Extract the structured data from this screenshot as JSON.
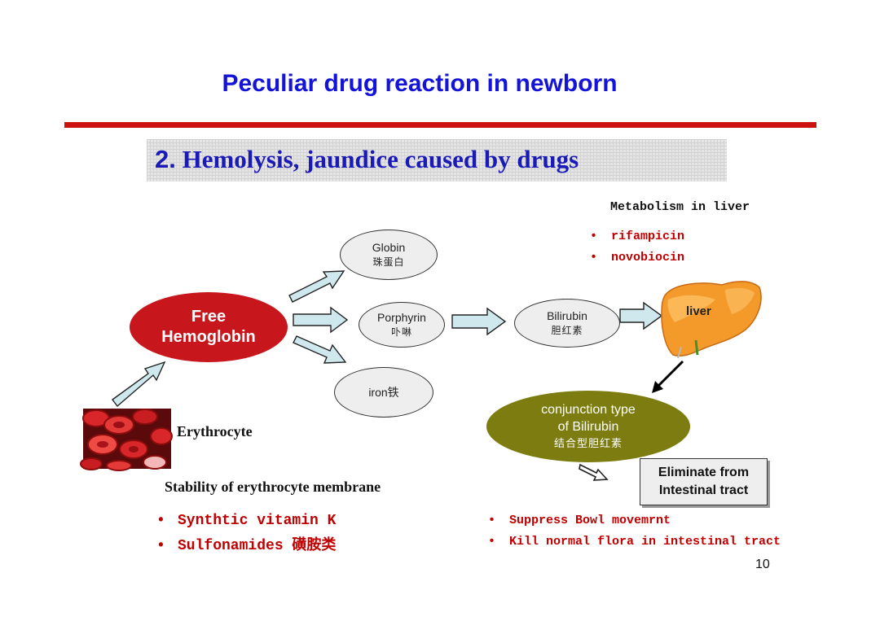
{
  "title": "Peculiar drug reaction in newborn",
  "subtitle": {
    "number": "2.",
    "text": "Hemolysis, jaundice caused by drugs"
  },
  "nodes": {
    "free_hemoglobin": {
      "line1": "Free",
      "line2": "Hemoglobin"
    },
    "globin": {
      "en": "Globin",
      "cn": "珠蛋白"
    },
    "porphyrin": {
      "en": "Porphyrin",
      "cn": "卟啉"
    },
    "iron": {
      "label": "iron铁"
    },
    "bilirubin": {
      "en": "Bilirubin",
      "cn": "胆红素"
    },
    "liver": {
      "label": "liver"
    },
    "conjunction": {
      "line1": "conjunction type",
      "line2": "of Bilirubin",
      "cn": "结合型胆红素"
    },
    "erythrocyte": {
      "label": "Erythrocyte"
    },
    "eliminate": {
      "line1": "Eliminate from",
      "line2": "Intestinal tract"
    }
  },
  "metabolism": {
    "heading": "Metabolism in liver",
    "items": [
      "rifampicin",
      "novobiocin"
    ]
  },
  "stability": {
    "heading": "Stability of erythrocyte membrane",
    "items": [
      "Synthtic vitamin K",
      "Sulfonamides 磺胺类"
    ]
  },
  "intestinal": {
    "items": [
      "Suppress Bowl movemrnt",
      "Kill normal flora in intestinal tract"
    ]
  },
  "page_number": "10",
  "colors": {
    "title": "#1414d9",
    "rule": "#cc1111",
    "hemoglobin": "#c8161d",
    "conjunction": "#7c7c10",
    "drug_red": "#c00000",
    "arrow_fill": "#cfe8ee"
  }
}
